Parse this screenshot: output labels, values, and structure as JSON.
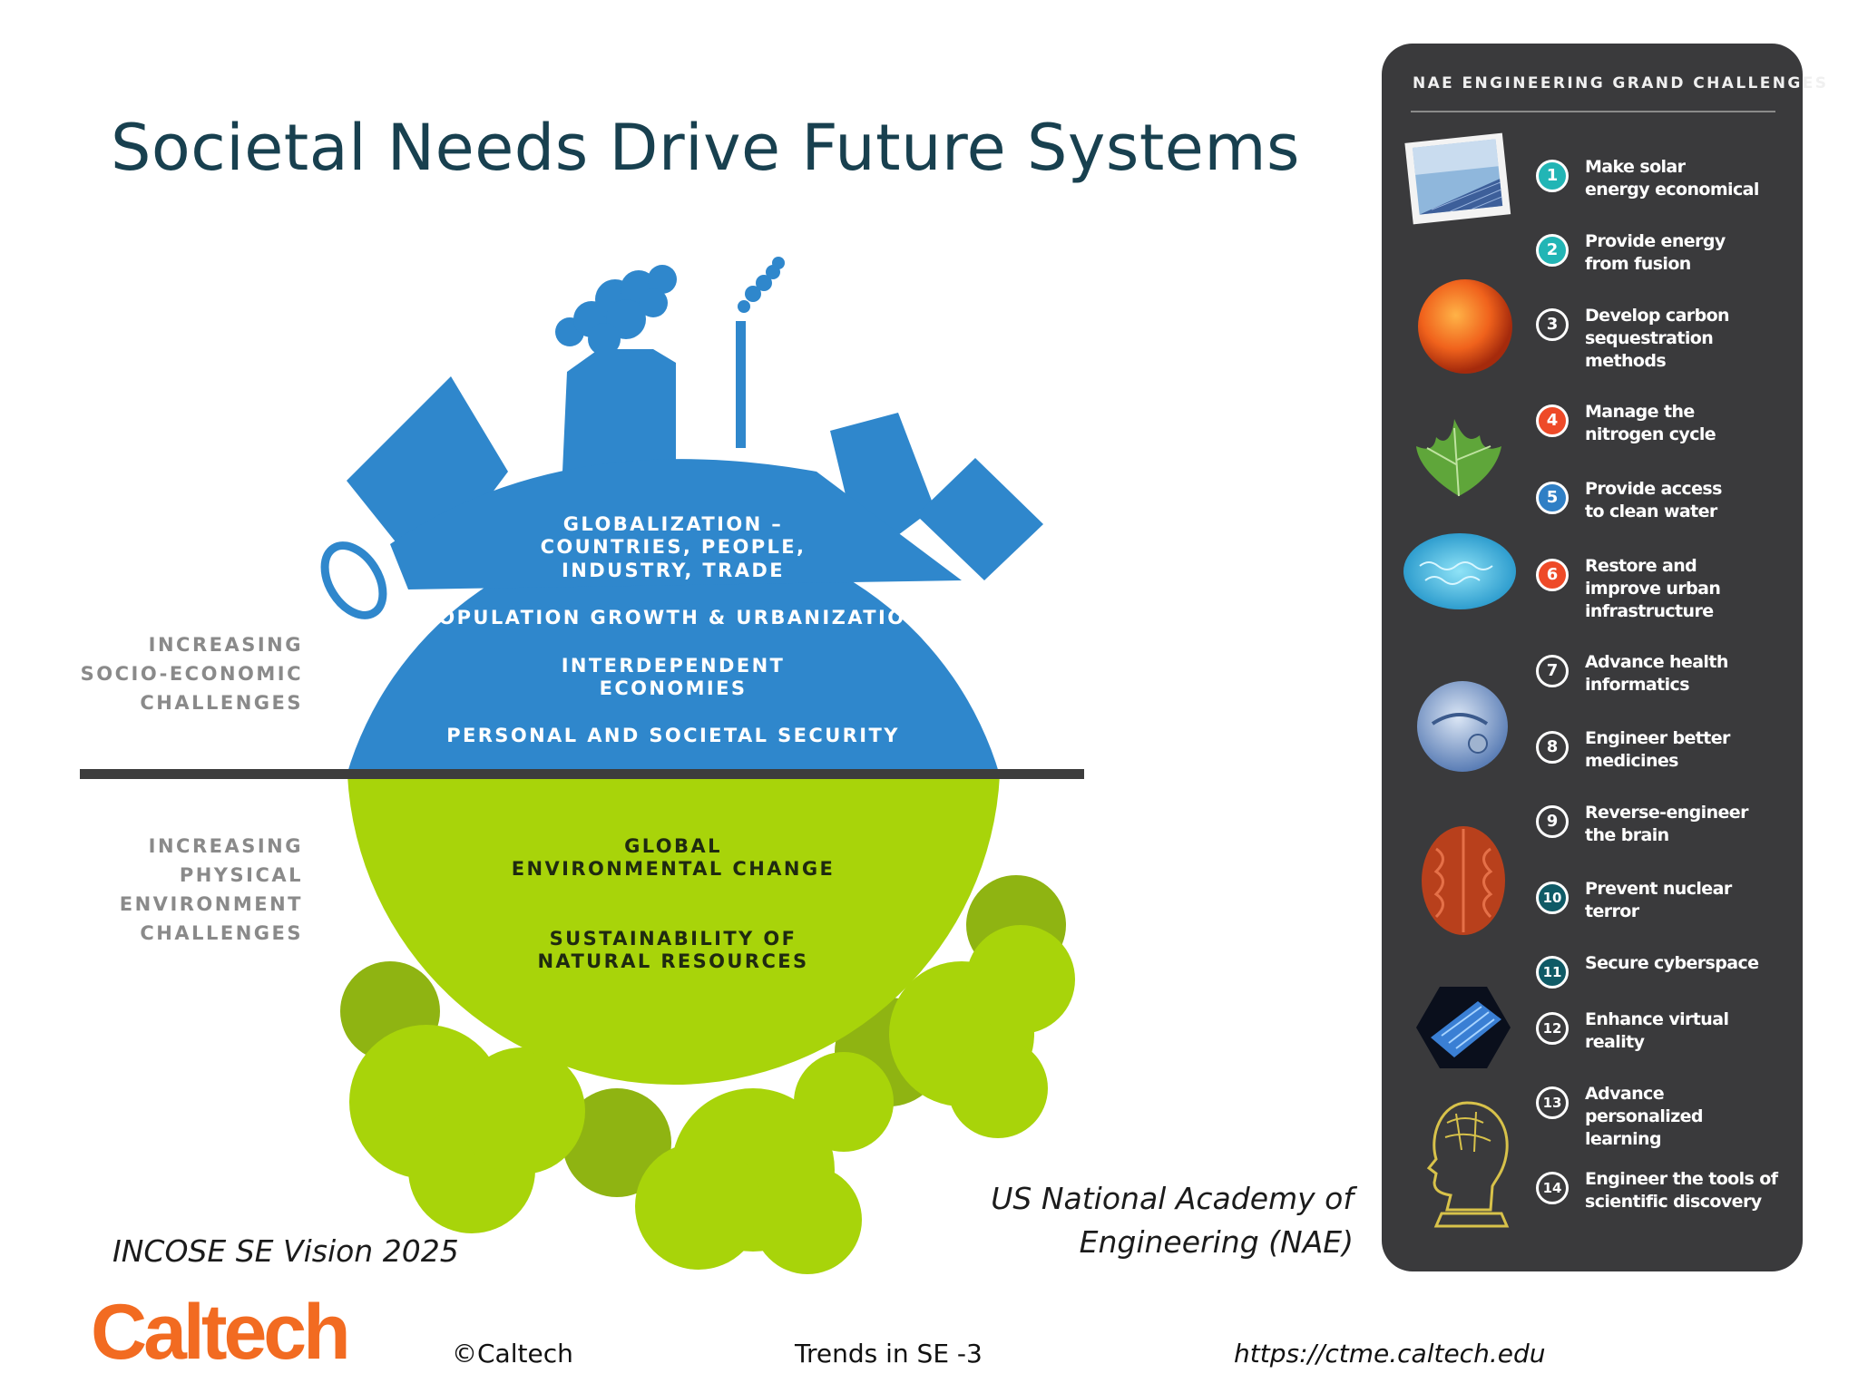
{
  "slide": {
    "title": "Societal Needs Drive Future Systems"
  },
  "diagram": {
    "top_section_label": [
      "INCREASING",
      "SOCIO-ECONOMIC",
      "CHALLENGES"
    ],
    "bottom_section_label": [
      "INCREASING",
      "PHYSICAL",
      "ENVIRONMENT",
      "CHALLENGES"
    ],
    "blue_items": [
      [
        "GLOBALIZATION –",
        "COUNTRIES, PEOPLE,",
        "INDUSTRY, TRADE"
      ],
      [
        "POPULATION GROWTH & URBANIZATION"
      ],
      [
        "INTERDEPENDENT",
        "ECONOMIES"
      ],
      [
        "PERSONAL AND SOCIETAL SECURITY"
      ]
    ],
    "green_items": [
      [
        "GLOBAL",
        "ENVIRONMENTAL CHANGE"
      ],
      [
        "SUSTAINABILITY OF",
        "NATURAL RESOURCES"
      ]
    ],
    "colors": {
      "blue": "#2f87cc",
      "green": "#a8d40a",
      "tree_dark": "#8fb412",
      "divider": "#3d3d3d",
      "label_gray": "#8a8a8a"
    }
  },
  "captions": {
    "incose": "INCOSE SE Vision 2025",
    "nae": [
      "US National Academy of",
      "Engineering (NAE)"
    ]
  },
  "footer": {
    "logo": "Caltech",
    "copyright": "©Caltech",
    "slide_label": "Trends in SE -3",
    "url": "https://ctme.caltech.edu"
  },
  "panel": {
    "title": "NAE ENGINEERING GRAND CHALLENGES",
    "challenges": [
      {
        "num": "1",
        "lines": [
          "Make solar",
          "energy economical"
        ],
        "color": "#22b5b5"
      },
      {
        "num": "2",
        "lines": [
          "Provide energy",
          "from fusion"
        ],
        "color": "#22b5b5"
      },
      {
        "num": "3",
        "lines": [
          "Develop carbon",
          "sequestration",
          "methods"
        ],
        "color": "#3a3a3c"
      },
      {
        "num": "4",
        "lines": [
          "Manage the",
          "nitrogen cycle"
        ],
        "color": "#ee4a28"
      },
      {
        "num": "5",
        "lines": [
          "Provide access",
          "to clean water"
        ],
        "color": "#2f7fc5"
      },
      {
        "num": "6",
        "lines": [
          "Restore and",
          "improve urban",
          "infrastructure"
        ],
        "color": "#ee4a28"
      },
      {
        "num": "7",
        "lines": [
          "Advance health",
          "informatics"
        ],
        "color": "#3a3a3c"
      },
      {
        "num": "8",
        "lines": [
          "Engineer better",
          "medicines"
        ],
        "color": "#3a3a3c"
      },
      {
        "num": "9",
        "lines": [
          "Reverse-engineer",
          "the brain"
        ],
        "color": "#3a3a3c"
      },
      {
        "num": "10",
        "lines": [
          "Prevent nuclear",
          "terror"
        ],
        "color": "#0f5a66"
      },
      {
        "num": "11",
        "lines": [
          "Secure cyberspace"
        ],
        "color": "#0f5a66"
      },
      {
        "num": "12",
        "lines": [
          "Enhance virtual",
          "reality"
        ],
        "color": "#3a3a3c"
      },
      {
        "num": "13",
        "lines": [
          "Advance",
          "personalized",
          "learning"
        ],
        "color": "#3a3a3c"
      },
      {
        "num": "14",
        "lines": [
          "Engineer the tools of",
          "scientific discovery"
        ],
        "color": "#3a3a3c"
      }
    ],
    "thumbnails": [
      "solar-panel-photo",
      "sun-photo",
      "leaf-photo",
      "water-photo",
      "stethoscope-photo",
      "brain-photo",
      "data-cube-photo",
      "phrenology-head-drawing"
    ]
  }
}
